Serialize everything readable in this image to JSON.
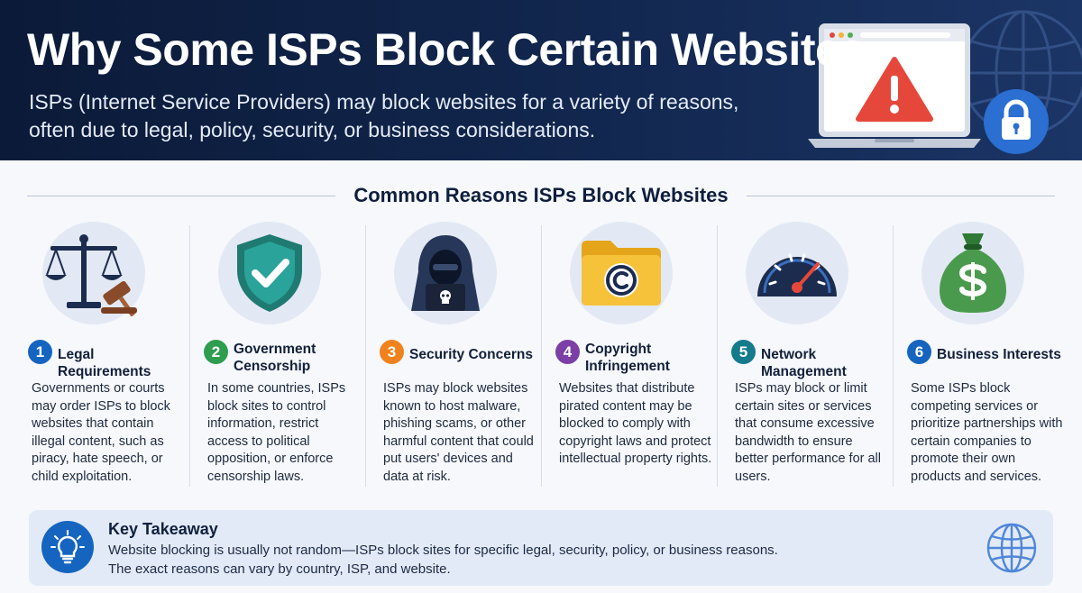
{
  "header": {
    "title": "Why Some ISPs Block Certain Websites",
    "subtitle": "ISPs (Internet Service Providers) may block websites for a variety of reasons, often due to legal, policy, security, or business considerations."
  },
  "section": {
    "heading": "Common Reasons ISPs Block Websites"
  },
  "cards": [
    {
      "number": "1",
      "color": "#1565c0",
      "icon": "scales-gavel-icon",
      "title": "Legal Requirements",
      "description": "Governments or courts may order ISPs to block websites that contain illegal content, such as piracy, hate speech, or child exploitation."
    },
    {
      "number": "2",
      "color": "#2e9d4f",
      "icon": "shield-check-icon",
      "title": "Government Censorship",
      "description": "In some countries, ISPs block sites to control information, restrict access to political opposition, or enforce censorship laws."
    },
    {
      "number": "3",
      "color": "#f0821e",
      "icon": "hacker-icon",
      "title": "Security Concerns",
      "description": "ISPs may block websites known to host malware, phishing scams, or other harmful content that could put users' devices and data at risk."
    },
    {
      "number": "4",
      "color": "#7b3fa6",
      "icon": "copyright-folder-icon",
      "title": "Copyright Infringement",
      "description": "Websites that distribute pirated content may be blocked to comply with copyright laws and protect intellectual property rights."
    },
    {
      "number": "5",
      "color": "#157a8c",
      "icon": "speedometer-icon",
      "title": "Network Management",
      "description": "ISPs may block or limit certain sites or services that consume excessive bandwidth to ensure better performance for all users."
    },
    {
      "number": "6",
      "color": "#1565c0",
      "icon": "money-bag-icon",
      "title": "Business Interests",
      "description": "Some ISPs block competing services or prioritize partnerships with certain companies to promote their own products and services."
    }
  ],
  "takeaway": {
    "title": "Key Takeaway",
    "line1": "Website blocking is usually not random—ISPs block sites for specific legal, security, policy, or business reasons.",
    "line2": "The exact reasons can vary by country, ISP, and website."
  }
}
